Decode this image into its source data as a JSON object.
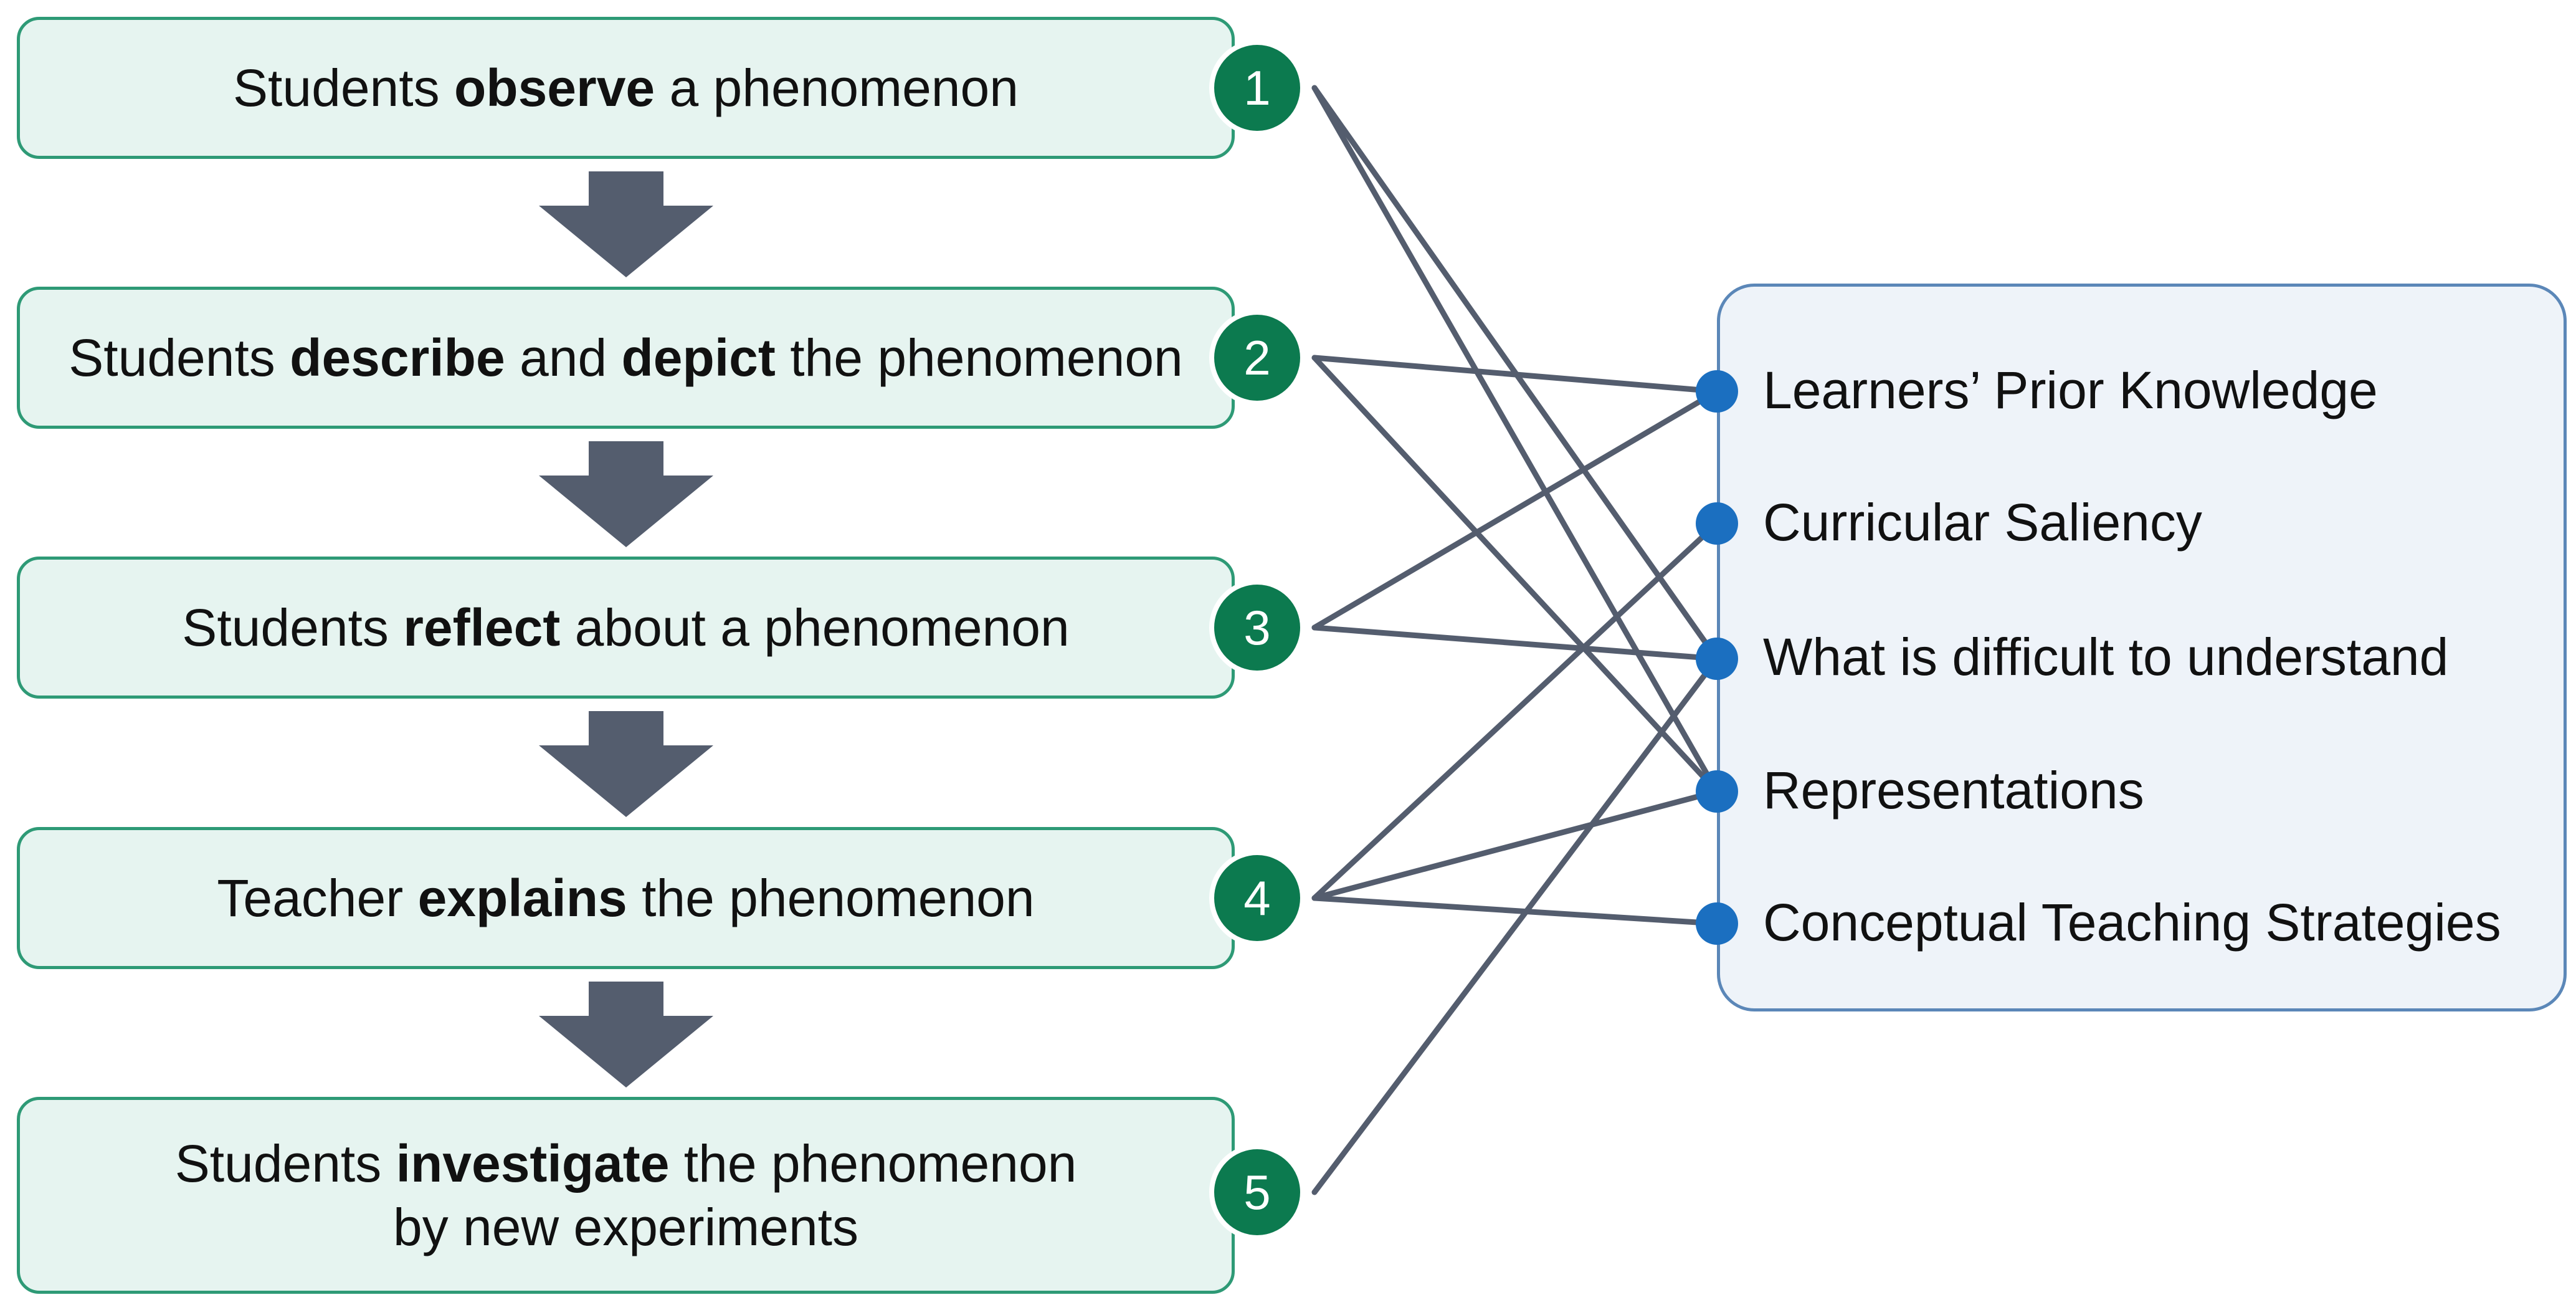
{
  "steps": [
    {
      "number": "1",
      "pre": "Students ",
      "bold": "observe",
      "mid": " a phenomenon",
      "bold2": "",
      "post": "",
      "line2": ""
    },
    {
      "number": "2",
      "pre": "Students ",
      "bold": "describe",
      "mid": " and ",
      "bold2": "depict",
      "post": " the phenomenon",
      "line2": ""
    },
    {
      "number": "3",
      "pre": "Students ",
      "bold": "reflect",
      "mid": " about a phenomenon",
      "bold2": "",
      "post": "",
      "line2": ""
    },
    {
      "number": "4",
      "pre": "Teacher ",
      "bold": "explains",
      "mid": " the phenomenon",
      "bold2": "",
      "post": "",
      "line2": ""
    },
    {
      "number": "5",
      "pre": "Students ",
      "bold": "investigate",
      "mid": " the phenomenon",
      "bold2": "",
      "post": "",
      "line2": "by new experiments"
    }
  ],
  "pck_components": [
    "Learners’ Prior Knowledge",
    "Curricular Saliency",
    "What is difficult to understand",
    "Representations",
    "Conceptual Teaching Strategies"
  ],
  "connections": [
    {
      "step": 1,
      "component": 2
    },
    {
      "step": 1,
      "component": 3
    },
    {
      "step": 2,
      "component": 0
    },
    {
      "step": 2,
      "component": 3
    },
    {
      "step": 3,
      "component": 0
    },
    {
      "step": 3,
      "component": 2
    },
    {
      "step": 4,
      "component": 1
    },
    {
      "step": 4,
      "component": 3
    },
    {
      "step": 4,
      "component": 4
    },
    {
      "step": 5,
      "component": 2
    }
  ],
  "colors": {
    "step_fill": "#e6f4f0",
    "step_border": "#2e9a76",
    "badge": "#0c7a4f",
    "arrow": "#545d6e",
    "line": "#545d6e",
    "panel_fill": "#eef3f9",
    "panel_border": "#5b87b8",
    "dot": "#1b6fc0"
  }
}
